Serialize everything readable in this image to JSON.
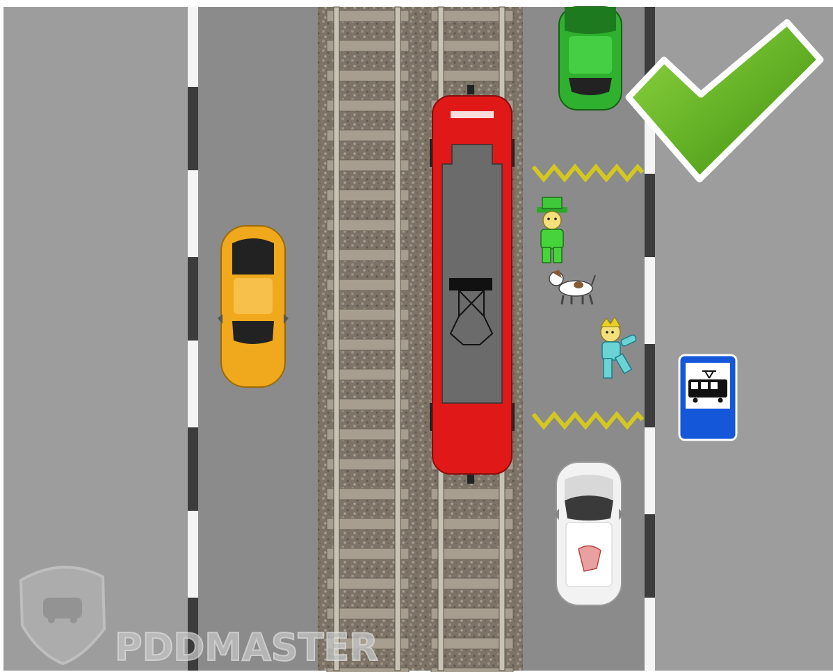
{
  "scene": {
    "type": "tram-stop-traffic-situation",
    "result": "correct",
    "result_icon": "checkmark-icon"
  },
  "colors": {
    "asphalt_sidewalk": "#9c9c9c",
    "asphalt_road": "#8a8a8a",
    "tram_red": "#e01818",
    "tram_roof_gray": "#6c6c6c",
    "car_yellow": "#f0a81c",
    "car_green": "#2fb02f",
    "car_white": "#f2f2f2",
    "zigzag_yellow": "#d4c820",
    "sign_blue": "#1457d8",
    "check_green": "#5cae1c",
    "pedestrian_green": "#46d43a"
  },
  "vehicles": [
    {
      "kind": "tram",
      "color": "red",
      "direction": "up",
      "track": "right"
    },
    {
      "kind": "car",
      "color": "yellow",
      "lane": "left-lane"
    },
    {
      "kind": "car",
      "color": "green",
      "lane": "right-lane",
      "position": "ahead-of-tram"
    },
    {
      "kind": "car",
      "color": "white",
      "lane": "right-lane",
      "position": "behind-tram"
    }
  ],
  "pedestrians": [
    {
      "kind": "person",
      "outfit": "green-hat-and-clothes"
    },
    {
      "kind": "dog",
      "outfit": "white-with-brown-patches"
    },
    {
      "kind": "child",
      "outfit": "blue-outfit-yellow-hair"
    }
  ],
  "sign": {
    "type": "tram-stop",
    "icon": "tram-icon"
  },
  "watermark": {
    "text": "PDDMASTER",
    "icon": "car-shield-logo"
  }
}
